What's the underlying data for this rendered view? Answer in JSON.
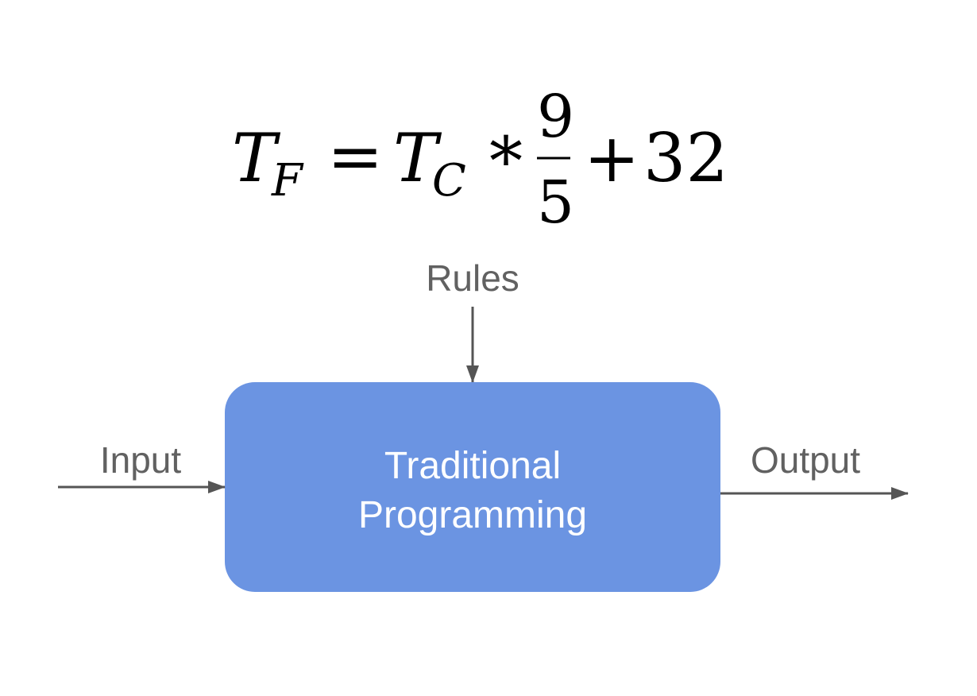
{
  "formula": {
    "lhs_var": "T",
    "lhs_sub": "F",
    "equals": "=",
    "rhs_var": "T",
    "rhs_sub": "C",
    "times": "*",
    "numerator": "9",
    "denominator": "5",
    "plus": "+",
    "constant": "32"
  },
  "diagram": {
    "rules_label": "Rules",
    "input_label": "Input",
    "output_label": "Output",
    "box_line1": "Traditional",
    "box_line2": "Programming",
    "box_color": "#6B94E2",
    "arrow_color": "#555555",
    "label_color": "#616161"
  }
}
